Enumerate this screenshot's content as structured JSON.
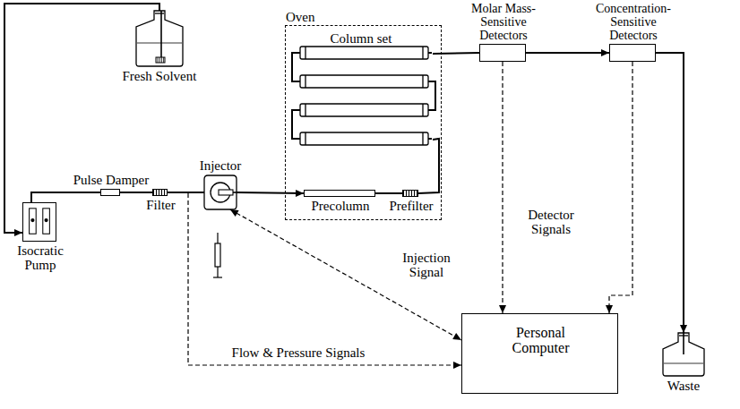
{
  "diagram": {
    "nodes": [
      {
        "text": [
          "Fresh Solvent"
        ]
      },
      {
        "text": [
          "Isocratic Pump"
        ]
      },
      {
        "text": [
          "Pulse Damper"
        ]
      },
      {
        "text": [
          "Filter"
        ]
      },
      {
        "text": [
          "Injector"
        ]
      },
      {
        "text": [
          "Oven"
        ]
      },
      {
        "text": [
          "Column set"
        ],
        "in": 5
      },
      {
        "text": [
          "Precolumn"
        ],
        "in": 5
      },
      {
        "text": [
          "Prefilter"
        ],
        "in": 5
      },
      {
        "text": [
          "Molar Mass-Sensitive Detectors"
        ]
      },
      {
        "text": [
          "Concentration-Sensitive Detectors"
        ]
      },
      {
        "text": [
          "Waste"
        ]
      },
      {
        "text": [
          "Personal Computer"
        ]
      }
    ],
    "edges": [
      {
        "from": 0,
        "to": 1,
        "arrow": "to"
      },
      {
        "from": 1,
        "to": 2,
        "arrow": "none"
      },
      {
        "from": 2,
        "to": 3,
        "arrow": "none"
      },
      {
        "from": 3,
        "to": 4,
        "arrow": "none"
      },
      {
        "from": 4,
        "to": 7,
        "arrow": "to"
      },
      {
        "from": 7,
        "to": 8,
        "arrow": "none"
      },
      {
        "from": 8,
        "to": 6,
        "arrow": "none"
      },
      {
        "from": 6,
        "to": 9,
        "arrow": "none"
      },
      {
        "from": 9,
        "to": 10,
        "arrow": "to"
      },
      {
        "from": 10,
        "to": 11,
        "arrow": "to"
      },
      {
        "from": 9,
        "to": 12,
        "label": "Detector Signals",
        "arrow": "to"
      },
      {
        "from": 10,
        "to": 12,
        "arrow": "to"
      },
      {
        "from": 4,
        "to": 12,
        "label": "Injection Signal",
        "arrow": "both"
      },
      {
        "from": 3,
        "to": 12,
        "label": "Flow & Pressure Signals",
        "arrow": "to"
      }
    ]
  }
}
